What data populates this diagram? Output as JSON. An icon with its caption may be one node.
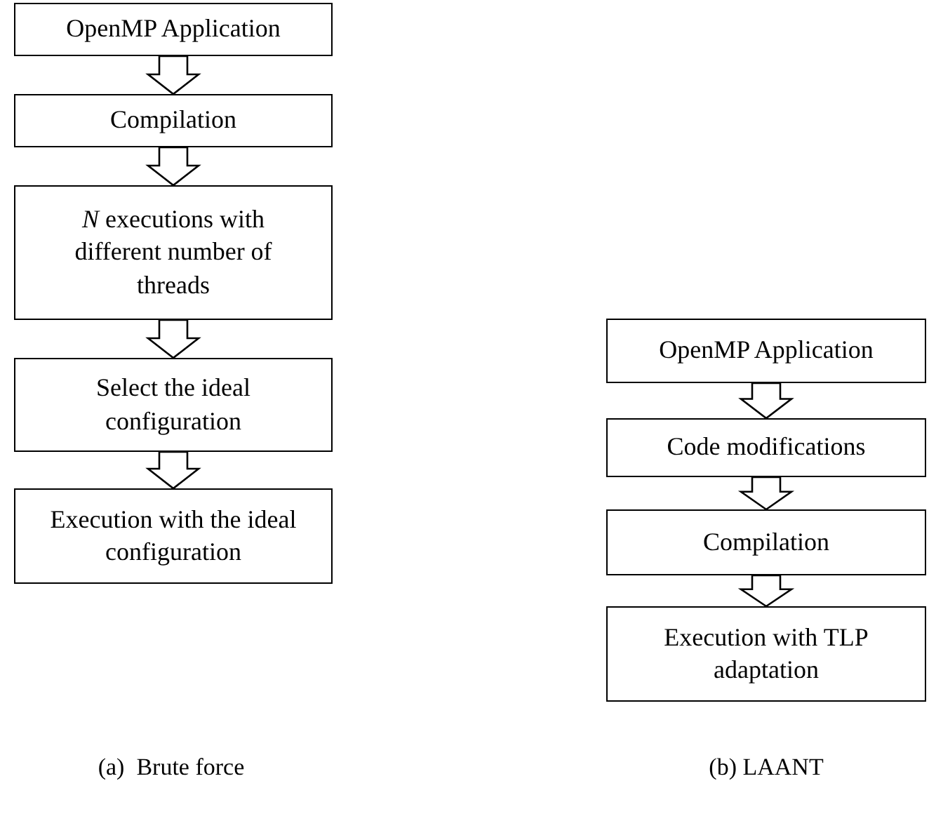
{
  "diagram": {
    "nodes": [
      {
        "text": [
          "OpenMP Application"
        ]
      },
      {
        "text": [
          "Compilation"
        ]
      },
      {
        "text": [
          "*N* executions with different number of threads"
        ]
      },
      {
        "text": [
          "Select the ideal configuration"
        ]
      },
      {
        "text": [
          "Execution with the ideal configuration"
        ]
      },
      {
        "text": [
          "OpenMP Application"
        ]
      },
      {
        "text": [
          "Code modifications"
        ]
      },
      {
        "text": [
          "Compilation"
        ]
      },
      {
        "text": [
          "Execution with TLP adaptation"
        ]
      }
    ],
    "edges": [
      {
        "from": 0,
        "to": 1,
        "arrow": "to"
      },
      {
        "from": 1,
        "to": 2,
        "arrow": "to"
      },
      {
        "from": 2,
        "to": 3,
        "arrow": "to"
      },
      {
        "from": 3,
        "to": 4,
        "arrow": "to"
      },
      {
        "from": 5,
        "to": 6,
        "arrow": "to"
      },
      {
        "from": 6,
        "to": 7,
        "arrow": "to"
      },
      {
        "from": 7,
        "to": 8,
        "arrow": "to"
      }
    ],
    "labels": [
      "(a)  Brute force",
      "(b) LAANT"
    ]
  }
}
